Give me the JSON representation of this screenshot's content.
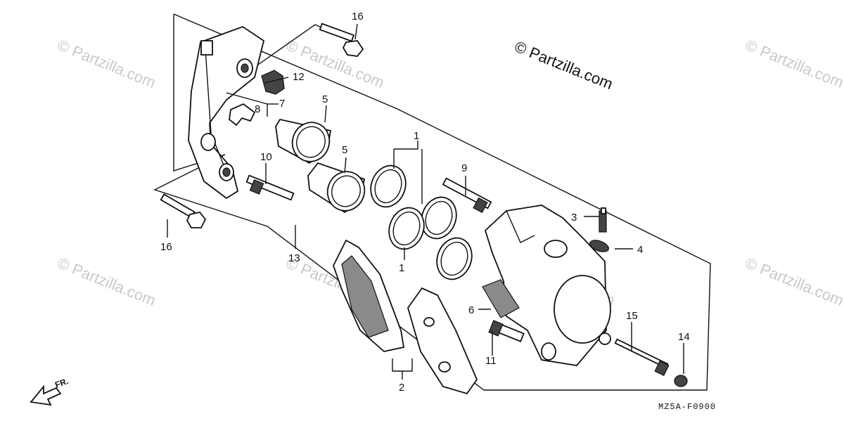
{
  "copyright": "© Partzilla.com",
  "watermark": "© Partzilla.com",
  "diagram_code": "MZ5A-F0900",
  "direction_label": "FR.",
  "callouts": {
    "c16a": "16",
    "c16b": "16",
    "c12": "12",
    "c7": "7",
    "c8": "8",
    "c5a": "5",
    "c5b": "5",
    "c10": "10",
    "c1a": "1",
    "c1b": "1",
    "c9": "9",
    "c3": "3",
    "c4": "4",
    "c13": "13",
    "c6": "6",
    "c11": "11",
    "c15": "15",
    "c14": "14",
    "c2": "2"
  }
}
